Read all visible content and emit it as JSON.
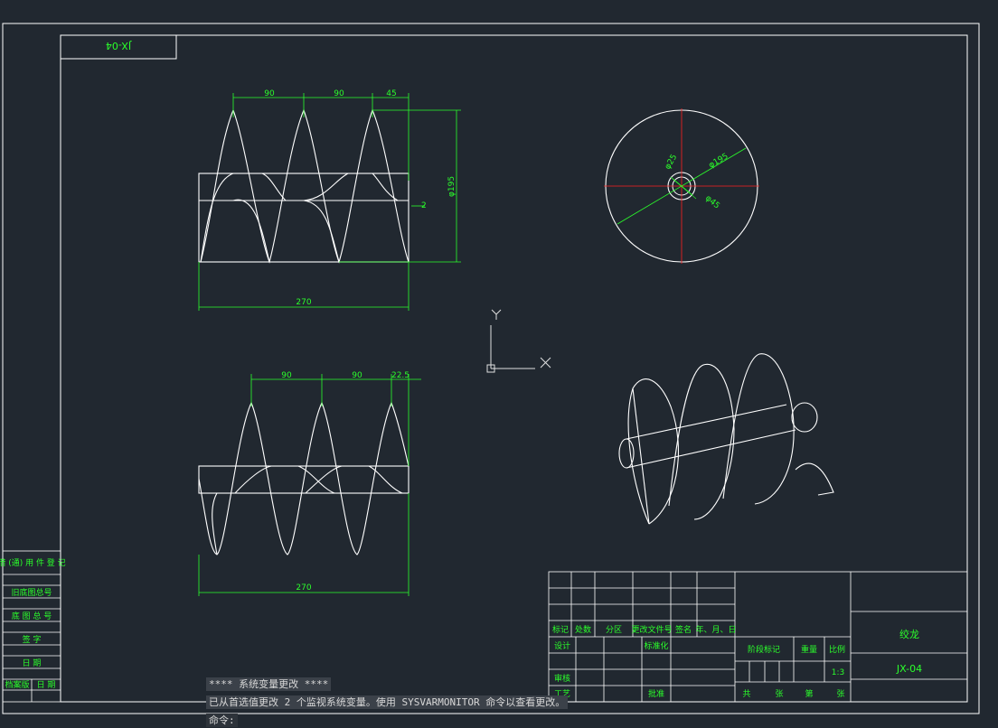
{
  "drawing": {
    "tag_top": "JX-04",
    "front_view_top": {
      "dims": [
        "90",
        "90",
        "45"
      ],
      "dia_label": "φ195",
      "gap_label": "2",
      "length_label": "270"
    },
    "front_view_bottom": {
      "dims": [
        "90",
        "90",
        "22.5"
      ],
      "length_label": "270"
    },
    "side_view": {
      "dia_outer": "φ195",
      "dia_hole": "φ25",
      "dia_shaft": "φ45"
    },
    "ucs": {
      "x_label": "X",
      "y_label": "Y"
    }
  },
  "left_strip": {
    "rows": [
      "借 (通) 用\n件 登 记",
      "旧底图总号",
      "底 图 总 号",
      "签 字",
      "日 期"
    ],
    "bottom_cells": [
      "档案版",
      "日 期"
    ]
  },
  "title_block": {
    "headers": [
      "标记",
      "处数",
      "分区",
      "更改文件号",
      "签名",
      "年、月、日"
    ],
    "row_design": [
      "设计",
      "标准化"
    ],
    "row_check": [
      "审核"
    ],
    "row_process": [
      "工艺",
      "批准"
    ],
    "stage_label": "阶段标记",
    "weight_label": "重量",
    "scale_label": "比例",
    "scale_value": "1:3",
    "part_name": "绞龙",
    "part_code": "JX-04",
    "sheet_row": [
      "共",
      "张",
      "第",
      "张"
    ]
  },
  "command_line": {
    "line1": "**** 系统变量更改 ****",
    "line2": "已从首选值更改 2 个监视系统变量。使用 SYSVARMONITOR 命令以查看更改。",
    "prompt": "命令:"
  },
  "colors": {
    "background": "#212830",
    "geometry": "#ffffff",
    "dimension": "#2bff2b",
    "centerline": "#ff2020"
  }
}
